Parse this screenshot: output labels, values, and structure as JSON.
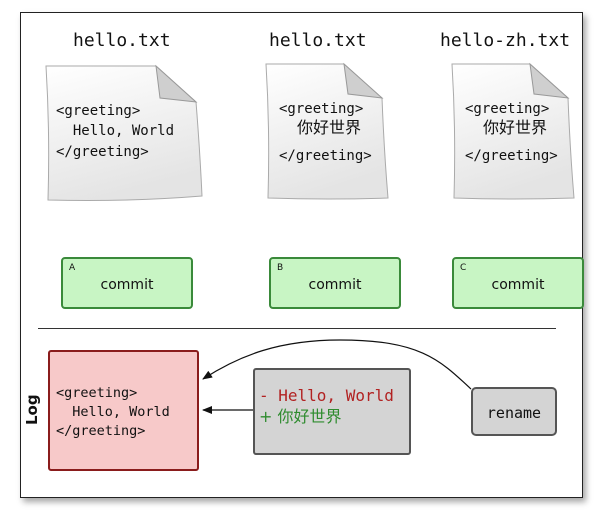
{
  "files": [
    {
      "name": "hello.txt",
      "lines": [
        "<greeting>",
        "  Hello, World",
        "</greeting>"
      ],
      "commit_id": "A"
    },
    {
      "name": "hello.txt",
      "lines": [
        "<greeting>",
        "你好世界",
        "</greeting>"
      ],
      "commit_id": "B"
    },
    {
      "name": "hello-zh.txt",
      "lines": [
        "<greeting>",
        "你好世界",
        "</greeting>"
      ],
      "commit_id": "C"
    }
  ],
  "commit_label": "commit",
  "log": {
    "label": "Log",
    "lines": [
      "<greeting>",
      "  Hello, World",
      "</greeting>"
    ]
  },
  "diff": {
    "removed": "- Hello, World",
    "added": "+ 你好世界",
    "removed_color": "#b22222",
    "added_color": "#2e8b2e"
  },
  "rename_label": "rename"
}
